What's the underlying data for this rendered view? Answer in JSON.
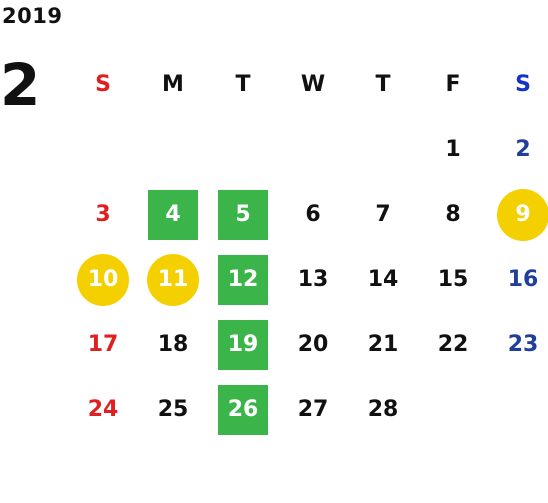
{
  "calendar": {
    "year": "2019",
    "month": "2",
    "weekdays": [
      "S",
      "M",
      "T",
      "W",
      "T",
      "F",
      "S"
    ],
    "colors": {
      "sunday": "#e02020",
      "saturday": "#1f3f9a",
      "green_highlight": "#3bb54a",
      "yellow_highlight": "#f5d000"
    },
    "weeks": [
      [
        "",
        "",
        "",
        "",
        "",
        "1",
        "2"
      ],
      [
        "3",
        "4",
        "5",
        "6",
        "7",
        "8",
        "9"
      ],
      [
        "10",
        "11",
        "12",
        "13",
        "14",
        "15",
        "16"
      ],
      [
        "17",
        "18",
        "19",
        "20",
        "21",
        "22",
        "23"
      ],
      [
        "24",
        "25",
        "26",
        "27",
        "28",
        "",
        ""
      ]
    ],
    "highlights": {
      "green": [
        "4",
        "5",
        "12",
        "19",
        "26"
      ],
      "yellow": [
        "9",
        "10",
        "11"
      ]
    }
  }
}
